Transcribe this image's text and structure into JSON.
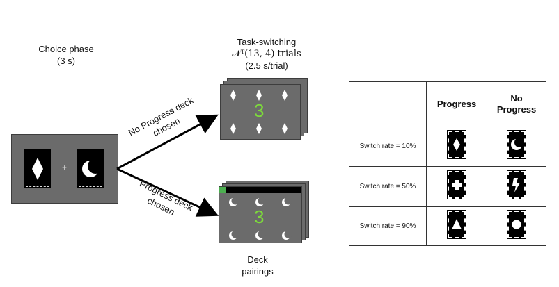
{
  "choice_phase": {
    "title": "Choice phase",
    "duration": "(3 s)"
  },
  "task_switching": {
    "title": "Task-switching",
    "trials": "𝒩ᵀ(13, 4) trials",
    "rate": "(2.5 s/trial)"
  },
  "arrows": {
    "no_progress_line1": "No Progress deck",
    "no_progress_line2": "chosen",
    "progress_line1": "Progress deck",
    "progress_line2": "chosen"
  },
  "digits": {
    "top_screen": "3",
    "bottom_screen": "3"
  },
  "choice_screen": {
    "fixation": "+"
  },
  "deck_pairings": {
    "line1": "Deck",
    "line2": "pairings"
  },
  "table": {
    "col_progress": "Progress",
    "col_no_progress_1": "No",
    "col_no_progress_2": "Progress",
    "rows": [
      {
        "label": "Switch rate = 10%",
        "progress_icon": "diamond-icon",
        "no_progress_icon": "crescent-moon-icon"
      },
      {
        "label": "Switch rate = 50%",
        "progress_icon": "plus-cross-icon",
        "no_progress_icon": "lightning-icon"
      },
      {
        "label": "Switch rate = 90%",
        "progress_icon": "triangle-icon",
        "no_progress_icon": "circle-icon"
      }
    ]
  },
  "colors": {
    "screen_gray": "#6b6b6b",
    "digit_green": "#7ddb3b",
    "progress_bar_green": "#4caf50"
  }
}
